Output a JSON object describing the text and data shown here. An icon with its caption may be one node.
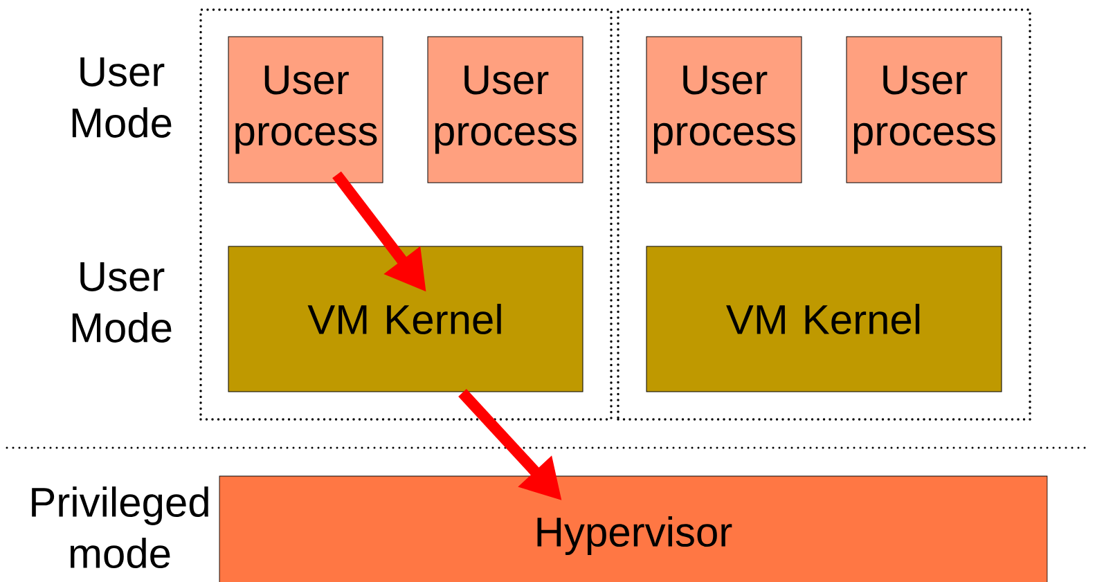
{
  "diagram": {
    "nodes": [
      {
        "text": [],
        "shape": "box"
      },
      {
        "text": [],
        "shape": "box"
      },
      {
        "text": [
          "User process"
        ],
        "in": 0
      },
      {
        "text": [
          "User process"
        ],
        "in": 0
      },
      {
        "text": [
          "VM Kernel"
        ],
        "in": 0
      },
      {
        "text": [
          "User process"
        ],
        "in": 1
      },
      {
        "text": [
          "User process"
        ],
        "in": 1
      },
      {
        "text": [
          "VM Kernel"
        ],
        "in": 1
      },
      {
        "text": [
          "Hypervisor"
        ]
      }
    ],
    "edges": [
      {
        "from": 2,
        "to": 4,
        "arrow": "to",
        "color": "#ff0000"
      },
      {
        "from": 4,
        "to": 8,
        "arrow": "to",
        "color": "#ff0000"
      }
    ],
    "labels": [
      "User Mode",
      "User Mode",
      "Privileged mode"
    ]
  }
}
